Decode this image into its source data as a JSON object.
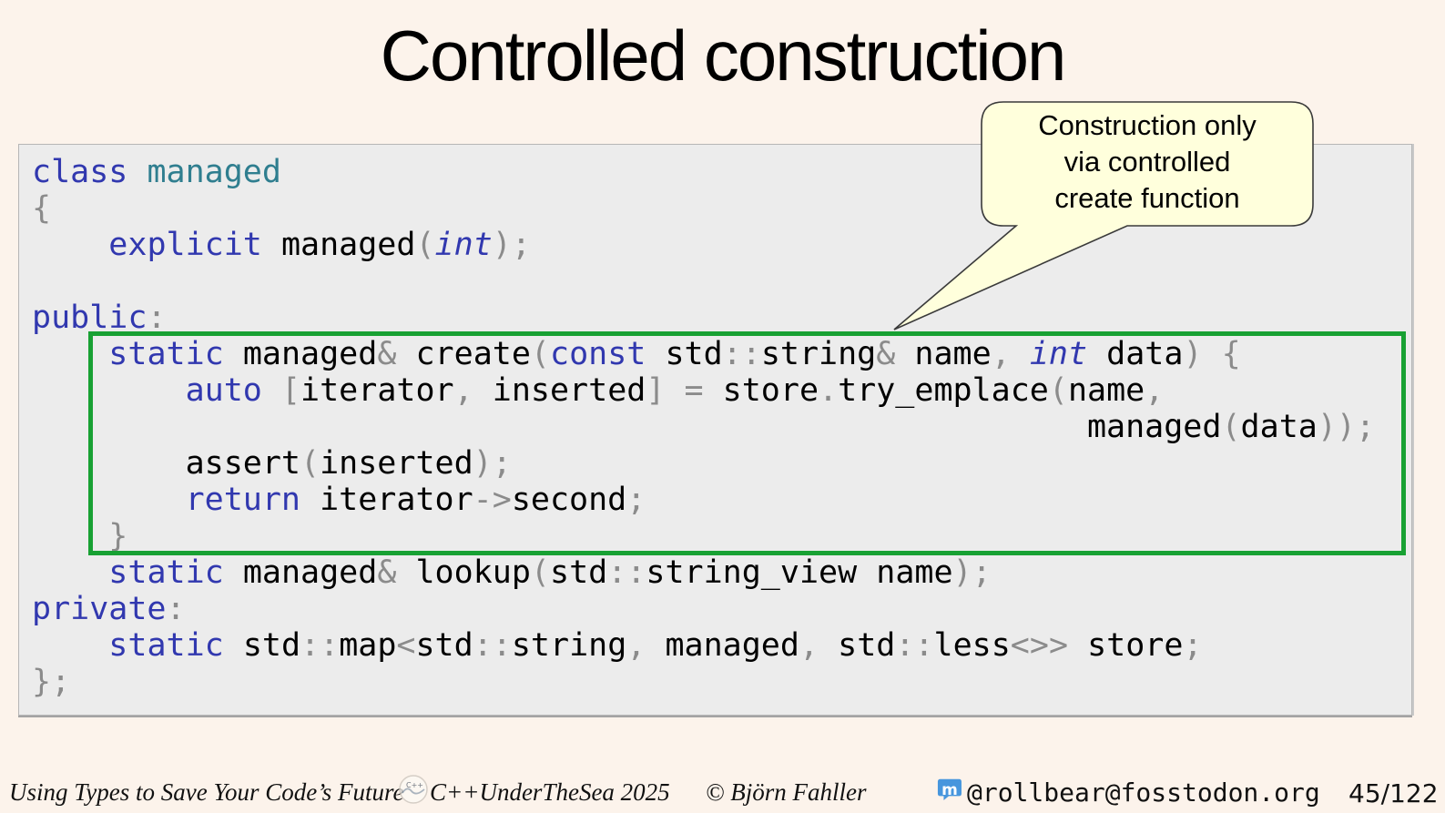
{
  "slide": {
    "title": "Controlled construction",
    "background": "#fcf3eb"
  },
  "callout": {
    "lines": [
      "Construction only",
      "via controlled",
      "create function"
    ],
    "fill": "#ffffdc",
    "stroke": "#3a3a3a"
  },
  "code_block": {
    "background": "#ececec",
    "highlight_border": "#18a133",
    "token_colors": {
      "kw": "#3138af",
      "type": "#2f7e8f",
      "p": "#8b8b8b",
      "plain": "#000000"
    },
    "highlight_lines": {
      "start": 5,
      "end": 10
    },
    "lines": [
      [
        {
          "t": "class",
          "c": "kw"
        },
        {
          "sp": 1
        },
        {
          "t": "managed",
          "c": "type"
        }
      ],
      [
        {
          "t": "{",
          "c": "p"
        }
      ],
      [
        {
          "sp": 4
        },
        {
          "t": "explicit",
          "c": "kw"
        },
        {
          "sp": 1
        },
        {
          "t": "managed"
        },
        {
          "t": "(",
          "c": "p"
        },
        {
          "t": "int",
          "c": "kwi"
        },
        {
          "t": ");",
          "c": "p"
        }
      ],
      [],
      [
        {
          "t": "public",
          "c": "kw"
        },
        {
          "t": ":",
          "c": "p"
        }
      ],
      [
        {
          "sp": 4
        },
        {
          "t": "static",
          "c": "kw"
        },
        {
          "sp": 1
        },
        {
          "t": "managed"
        },
        {
          "t": "&",
          "c": "p"
        },
        {
          "sp": 1
        },
        {
          "t": "create"
        },
        {
          "t": "(",
          "c": "p"
        },
        {
          "t": "const",
          "c": "kw"
        },
        {
          "sp": 1
        },
        {
          "t": "std"
        },
        {
          "t": "::",
          "c": "p"
        },
        {
          "t": "string"
        },
        {
          "t": "&",
          "c": "p"
        },
        {
          "sp": 1
        },
        {
          "t": "name"
        },
        {
          "t": ",",
          "c": "p"
        },
        {
          "sp": 1
        },
        {
          "t": "int",
          "c": "kwi"
        },
        {
          "sp": 1
        },
        {
          "t": "data"
        },
        {
          "t": ")",
          "c": "p"
        },
        {
          "sp": 1
        },
        {
          "t": "{",
          "c": "p"
        }
      ],
      [
        {
          "sp": 8
        },
        {
          "t": "auto",
          "c": "kw"
        },
        {
          "sp": 1
        },
        {
          "t": "[",
          "c": "p"
        },
        {
          "t": "iterator"
        },
        {
          "t": ",",
          "c": "p"
        },
        {
          "sp": 1
        },
        {
          "t": "inserted"
        },
        {
          "t": "]",
          "c": "p"
        },
        {
          "sp": 1
        },
        {
          "t": "=",
          "c": "p"
        },
        {
          "sp": 1
        },
        {
          "t": "store"
        },
        {
          "t": ".",
          "c": "p"
        },
        {
          "t": "try_emplace"
        },
        {
          "t": "(",
          "c": "p"
        },
        {
          "t": "name"
        },
        {
          "t": ",",
          "c": "p"
        }
      ],
      [
        {
          "sp": 55
        },
        {
          "t": "managed"
        },
        {
          "t": "(",
          "c": "p"
        },
        {
          "t": "data"
        },
        {
          "t": "));",
          "c": "p"
        }
      ],
      [
        {
          "sp": 8
        },
        {
          "t": "assert"
        },
        {
          "t": "(",
          "c": "p"
        },
        {
          "t": "inserted"
        },
        {
          "t": ");",
          "c": "p"
        }
      ],
      [
        {
          "sp": 8
        },
        {
          "t": "return",
          "c": "kw"
        },
        {
          "sp": 1
        },
        {
          "t": "iterator"
        },
        {
          "t": "->",
          "c": "p"
        },
        {
          "t": "second"
        },
        {
          "t": ";",
          "c": "p"
        }
      ],
      [
        {
          "sp": 4
        },
        {
          "t": "}",
          "c": "p"
        }
      ],
      [
        {
          "sp": 4
        },
        {
          "t": "static",
          "c": "kw"
        },
        {
          "sp": 1
        },
        {
          "t": "managed"
        },
        {
          "t": "&",
          "c": "p"
        },
        {
          "sp": 1
        },
        {
          "t": "lookup"
        },
        {
          "t": "(",
          "c": "p"
        },
        {
          "t": "std"
        },
        {
          "t": "::",
          "c": "p"
        },
        {
          "t": "string_view"
        },
        {
          "sp": 1
        },
        {
          "t": "name"
        },
        {
          "t": ");",
          "c": "p"
        }
      ],
      [
        {
          "t": "private",
          "c": "kw"
        },
        {
          "t": ":",
          "c": "p"
        }
      ],
      [
        {
          "sp": 4
        },
        {
          "t": "static",
          "c": "kw"
        },
        {
          "sp": 1
        },
        {
          "t": "std"
        },
        {
          "t": "::",
          "c": "p"
        },
        {
          "t": "map"
        },
        {
          "t": "<",
          "c": "p"
        },
        {
          "t": "std"
        },
        {
          "t": "::",
          "c": "p"
        },
        {
          "t": "string"
        },
        {
          "t": ",",
          "c": "p"
        },
        {
          "sp": 1
        },
        {
          "t": "managed"
        },
        {
          "t": ",",
          "c": "p"
        },
        {
          "sp": 1
        },
        {
          "t": "std"
        },
        {
          "t": "::",
          "c": "p"
        },
        {
          "t": "less"
        },
        {
          "t": "<>>",
          "c": "p"
        },
        {
          "sp": 1
        },
        {
          "t": "store"
        },
        {
          "t": ";",
          "c": "p"
        }
      ],
      [
        {
          "t": "};",
          "c": "p"
        }
      ]
    ]
  },
  "footer": {
    "presentation_title": "Using Types to Save Your Code’s Future",
    "conference": "C++UnderTheSea 2025",
    "conference_logo_label": "C++",
    "copyright": "© Björn Fahller",
    "mastodon_handle": "@rollbear@fosstodon.org",
    "mastodon_color": "#4796dd",
    "page_indicator": "45/122"
  }
}
